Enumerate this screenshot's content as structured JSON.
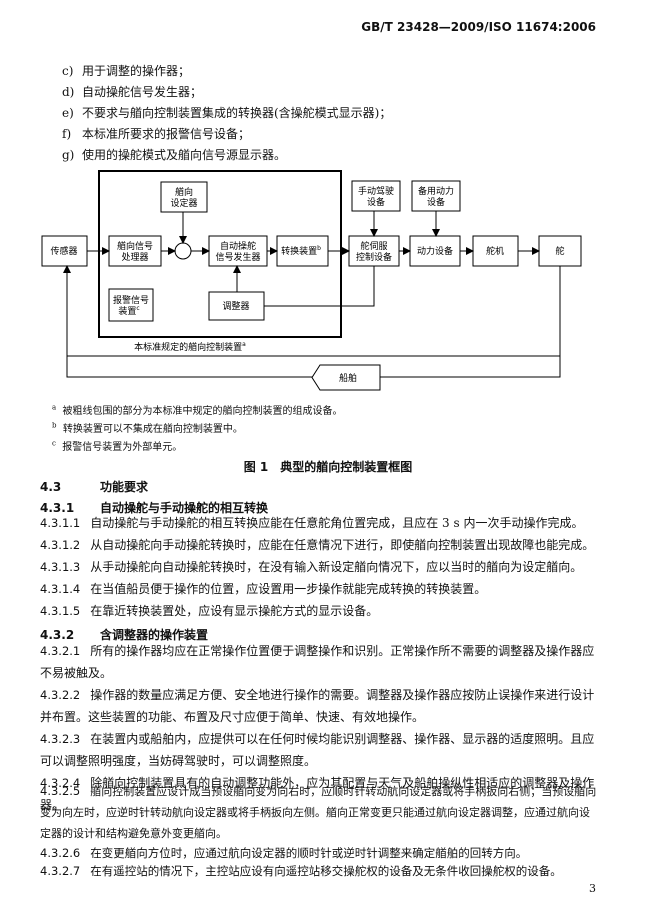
{
  "header": {
    "standard_number": "GB/T 23428—2009/ISO 11674:2006"
  },
  "list_items": [
    {
      "key": "c)",
      "text": "用于调整的操作器；"
    },
    {
      "key": "d)",
      "text": "自动操舵信号发生器；"
    },
    {
      "key": "e)",
      "text": "不要求与艏向控制装置集成的转换器(含操舵模式显示器)；"
    },
    {
      "key": "f)",
      "text": "本标准所要求的报警信号设备；"
    },
    {
      "key": "g)",
      "text": "使用的操舵模式及艏向信号源显示器。"
    }
  ],
  "diagram": {
    "boxes": {
      "heading_setter": [
        "艏向",
        "设定器"
      ],
      "manual_steering": [
        "手动驾驶",
        "设备"
      ],
      "standby_power": [
        "备用动力",
        "设备"
      ],
      "sensor": [
        "传感器"
      ],
      "heading_signal_processor": [
        "艏向信号",
        "处理器"
      ],
      "auto_signal_generator": [
        "自动操舵",
        "信号发生器"
      ],
      "changeover": [
        "转换装置",
        "b"
      ],
      "servo_control": [
        "舵伺服",
        "控制设备"
      ],
      "power_unit": [
        "动力设备"
      ],
      "steering_gear": [
        "舵机"
      ],
      "rudder": [
        "舵"
      ],
      "alarm_device": [
        "报警信号",
        "装置",
        "c"
      ],
      "adjuster": [
        "调整器"
      ],
      "ship": [
        "船舶"
      ]
    },
    "enclosure_label": "本标准规定的艏向控制装置",
    "enclosure_sup": "a"
  },
  "footnotes": [
    {
      "mark": "a",
      "text": "被粗线包围的部分为本标准中规定的艏向控制装置的组成设备。"
    },
    {
      "mark": "b",
      "text": "转换装置可以不集成在艏向控制装置中。"
    },
    {
      "mark": "c",
      "text": "报警信号装置为外部单元。"
    }
  ],
  "figure_caption": "图 1　典型的艏向控制装置框图",
  "sections": {
    "s43": {
      "num": "4.3",
      "title": "功能要求"
    },
    "s431": {
      "num": "4.3.1",
      "title": "自动操舵与手动操舵的相互转换"
    },
    "s432": {
      "num": "4.3.2",
      "title": "含调整器的操作装置"
    }
  },
  "clauses": [
    {
      "num": "4.3.1.1",
      "text": "自动操舵与手动操舵的相互转换应能在任意舵角位置完成，且应在 3 s 内一次手动操作完成。"
    },
    {
      "num": "4.3.1.2",
      "text": "从自动操舵向手动操舵转换时，应能在任意情况下进行，即使艏向控制装置出现故障也能完成。"
    },
    {
      "num": "4.3.1.3",
      "text": "从手动操舵向自动操舵转换时，在没有输入新设定艏向情况下，应以当时的艏向为设定艏向。"
    },
    {
      "num": "4.3.1.4",
      "text": "在当值船员便于操作的位置，应设置用一步操作就能完成转换的转换装置。"
    },
    {
      "num": "4.3.1.5",
      "text": "在靠近转换装置处，应设有显示操舵方式的显示设备。"
    },
    {
      "num": "4.3.2.1",
      "text": "所有的操作器均应在正常操作位置便于调整操作和识别。正常操作所不需要的调整器及操作器应不易被触及。"
    },
    {
      "num": "4.3.2.2",
      "text": "操作器的数量应满足方便、安全地进行操作的需要。调整器及操作器应按防止误操作来进行设计并布置。这些装置的功能、布置及尺寸应便于简单、快速、有效地操作。"
    },
    {
      "num": "4.3.2.3",
      "text": "在装置内或船舶内，应提供可以在任何时候均能识别调整器、操作器、显示器的适度照明。且应可以调整照明强度，当妨碍驾驶时，可以调整照度。"
    },
    {
      "num": "4.3.2.4",
      "text": "除艏向控制装置具有的自动调整功能外，应为其配置与天气及船舶操纵性相适应的调整器及操作器。"
    },
    {
      "num": "4.3.2.5",
      "text": "艏向控制装置应设计成当预设艏向变为向右时，应顺时针转动航向设定器或将手柄扳向右侧；当预设艏向变为向左时，应逆时针转动航向设定器或将手柄扳向左侧。艏向正常变更只能通过航向设定器调整，应通过航向设定器的设计和结构避免意外变更艏向。"
    },
    {
      "num": "4.3.2.6",
      "text": "在变更艏向方位时，应通过航向设定器的顺时针或逆时针调整来确定艏舶的回转方向。"
    },
    {
      "num": "4.3.2.7",
      "text": "在有遥控站的情况下，主控站应设有向遥控站移交操舵权的设备及无条件收回操舵权的设备。"
    }
  ],
  "page_number": "3"
}
